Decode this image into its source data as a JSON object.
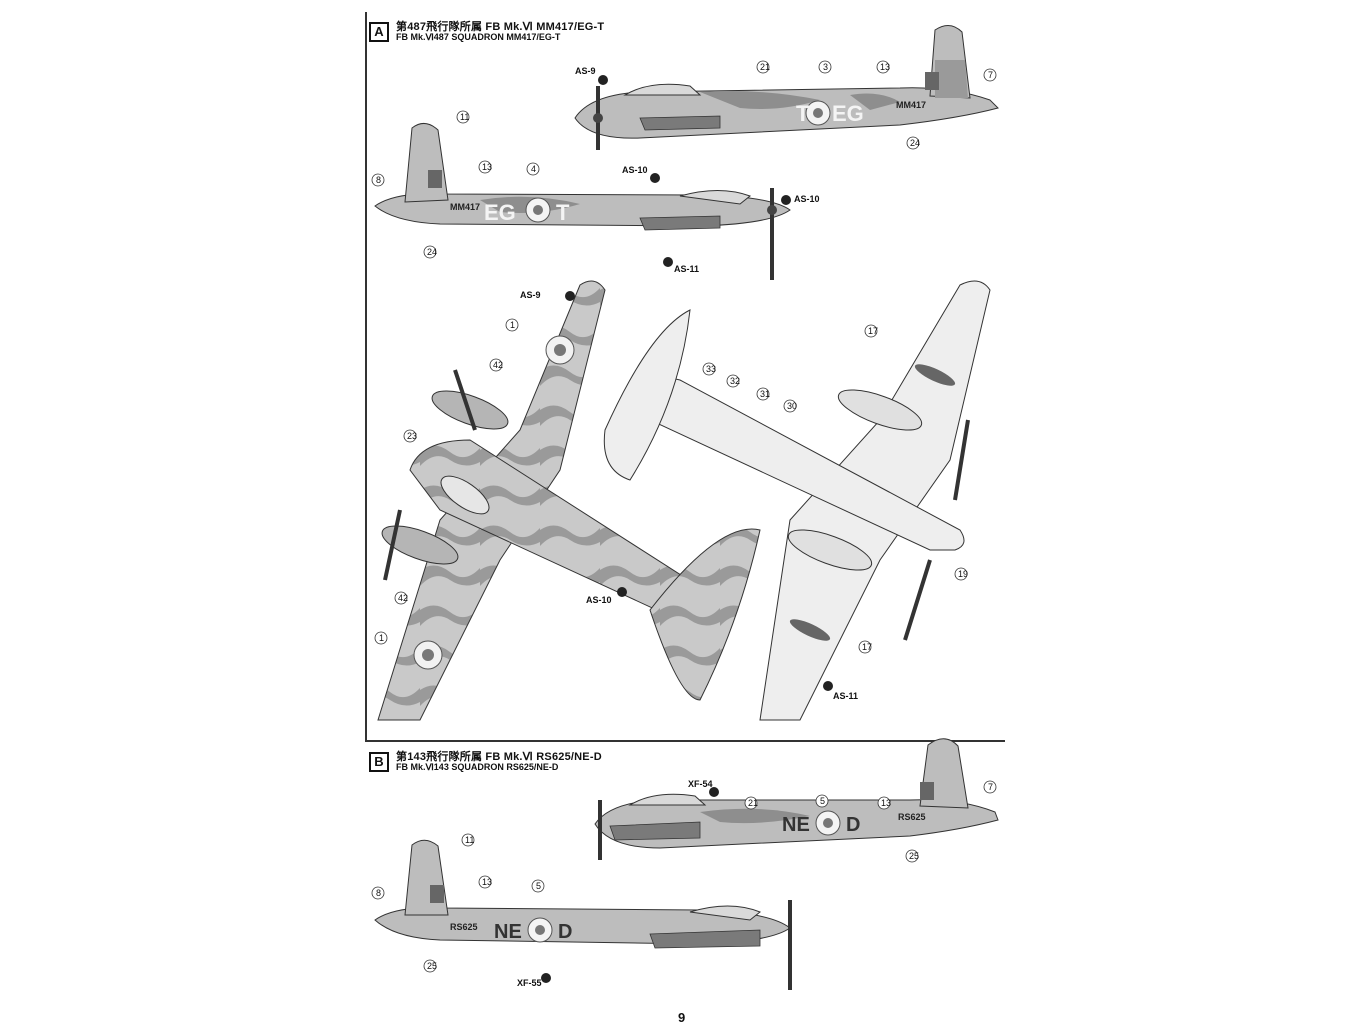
{
  "section_a": {
    "letter": "A",
    "title": "第487飛行隊所属 FB Mk.Ⅵ MM417/EG-T",
    "subtitle": "FB Mk.Ⅵ487 SQUADRON MM417/EG-T",
    "code_right": "T",
    "code_right_2": "EG",
    "code_left": "EG",
    "code_left_2": "T",
    "serial": "MM417"
  },
  "section_b": {
    "letter": "B",
    "title": "第143飛行隊所属 FB Mk.Ⅵ RS625/NE-D",
    "subtitle": "FB Mk.Ⅵ143 SQUADRON RS625/NE-D",
    "code_1": "NE",
    "code_2": "D",
    "serial": "RS625"
  },
  "callouts": {
    "as9": "AS-9",
    "as10": "AS-10",
    "as11": "AS-11",
    "xf54": "XF-54",
    "xf55": "XF-55",
    "n1": "1",
    "n3": "3",
    "n4": "4",
    "n5": "5",
    "n7": "7",
    "n8": "8",
    "n11": "11",
    "n13": "13",
    "n17": "17",
    "n19": "19",
    "n21": "21",
    "n23": "23",
    "n24": "24",
    "n25": "25",
    "n30": "30",
    "n31": "31",
    "n32": "32",
    "n33": "33",
    "n42": "42"
  },
  "page_number": "9"
}
